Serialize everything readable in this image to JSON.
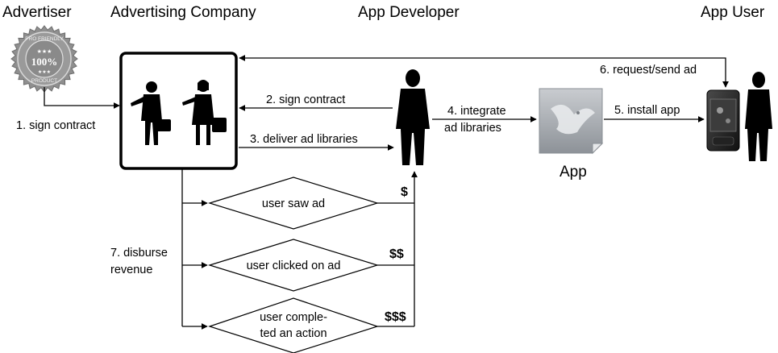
{
  "headers": {
    "advertiser": "Advertiser",
    "advertising_company": "Advertising Company",
    "app_developer": "App Developer",
    "app_user": "App User"
  },
  "seal": {
    "top_text": "PRO FRIENDLY",
    "center_text": "100%",
    "bottom_text": "PRODUCT"
  },
  "steps": {
    "step1": "1. sign contract",
    "step2": "2. sign contract",
    "step3": "3. deliver ad libraries",
    "step4_line1": "4. integrate",
    "step4_line2": "ad libraries",
    "step5": "5. install app",
    "step6": "6. request/send ad",
    "step7_line1": "7. disburse",
    "step7_line2": "revenue"
  },
  "app_label": "App",
  "decisions": [
    {
      "lines": [
        "user saw ad"
      ],
      "payout": "$"
    },
    {
      "lines": [
        "user clicked on ad"
      ],
      "payout": "$$"
    },
    {
      "lines": [
        "user comple-",
        "ted an action"
      ],
      "payout": "$$$"
    }
  ],
  "colors": {
    "line": "#000000",
    "seal": "#8f8f8f",
    "app_icon": "#9aa0a6"
  }
}
